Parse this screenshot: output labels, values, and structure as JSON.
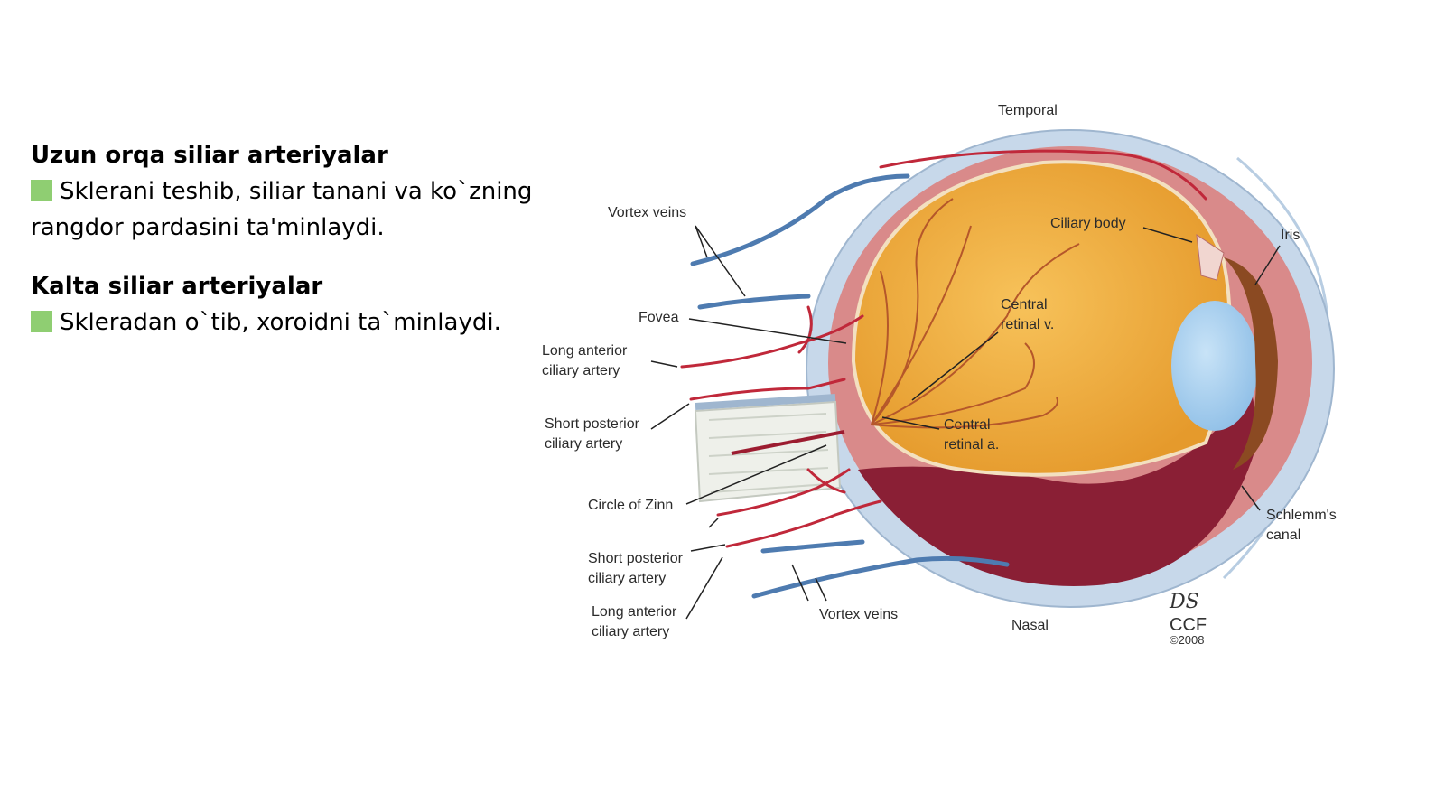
{
  "slide": {
    "section1": {
      "heading": "Uzun orqa siliar arteriyalar",
      "line1": "Sklerani teshib, siliar tanani va ko`zning",
      "line2": "rangdor pardasini ta'minlaydi."
    },
    "section2": {
      "heading": "Kalta siliar arteriyalar",
      "line1": "Skleradan o`tib, xoroidni ta`minlaydi."
    },
    "bullet_color": "#8fce72"
  },
  "diagram": {
    "labels": {
      "temporal": "Temporal",
      "nasal": "Nasal",
      "vortex_top": "Vortex veins",
      "vortex_bottom": "Vortex veins",
      "ciliary_body": "Ciliary body",
      "iris": "Iris",
      "fovea": "Fovea",
      "central_v_1": "Central",
      "central_v_2": "retinal v.",
      "central_a_1": "Central",
      "central_a_2": "retinal a.",
      "long_ant_top_1": "Long anterior",
      "long_ant_top_2": "ciliary artery",
      "short_post_top_1": "Short posterior",
      "short_post_top_2": "ciliary artery",
      "circle_zinn": "Circle of Zinn",
      "short_post_bot_1": "Short posterior",
      "short_post_bot_2": "ciliary artery",
      "long_ant_bot_1": "Long anterior",
      "long_ant_bot_2": "ciliary artery",
      "schlemm_1": "Schlemm's",
      "schlemm_2": "canal",
      "signature": "DS",
      "ccf": "CCF",
      "copyright": "©2008"
    },
    "colors": {
      "sclera": "#c7d8ea",
      "vitreous": "#f2a93b",
      "lens": "#9ec9ec",
      "artery": "#c0283a",
      "vein": "#4e7bb0",
      "choroid": "#8a1f35",
      "iris": "#8b4a22"
    }
  }
}
